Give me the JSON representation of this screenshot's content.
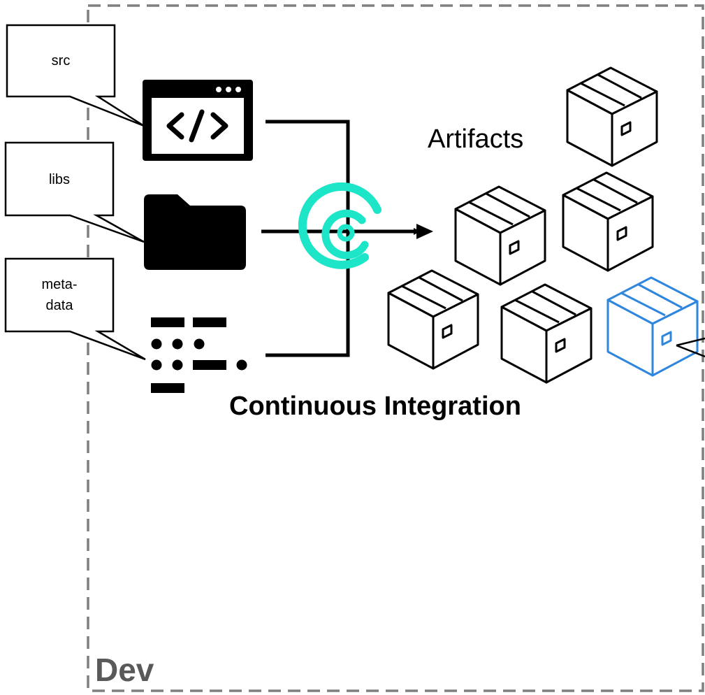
{
  "boundary": {
    "label": "Dev"
  },
  "inputs": [
    {
      "id": "src",
      "label": "src",
      "icon": "code-window-icon"
    },
    {
      "id": "libs",
      "label": "libs",
      "icon": "folder-icon"
    },
    {
      "id": "meta",
      "label_lines": [
        "meta-",
        "data"
      ],
      "icon": "metadata-dots-icon"
    }
  ],
  "ci_label": "Continuous Integration",
  "artifacts_label": "Artifacts",
  "colors": {
    "ci_logo": "#1de5c8",
    "highlight_box": "#2e86de",
    "boundary": "#7f7f7f",
    "boundary_label": "#595959",
    "stroke": "#000000"
  },
  "icons": {
    "ci_logo": "ci-logo-icon",
    "artifact": "package-box-icon"
  }
}
